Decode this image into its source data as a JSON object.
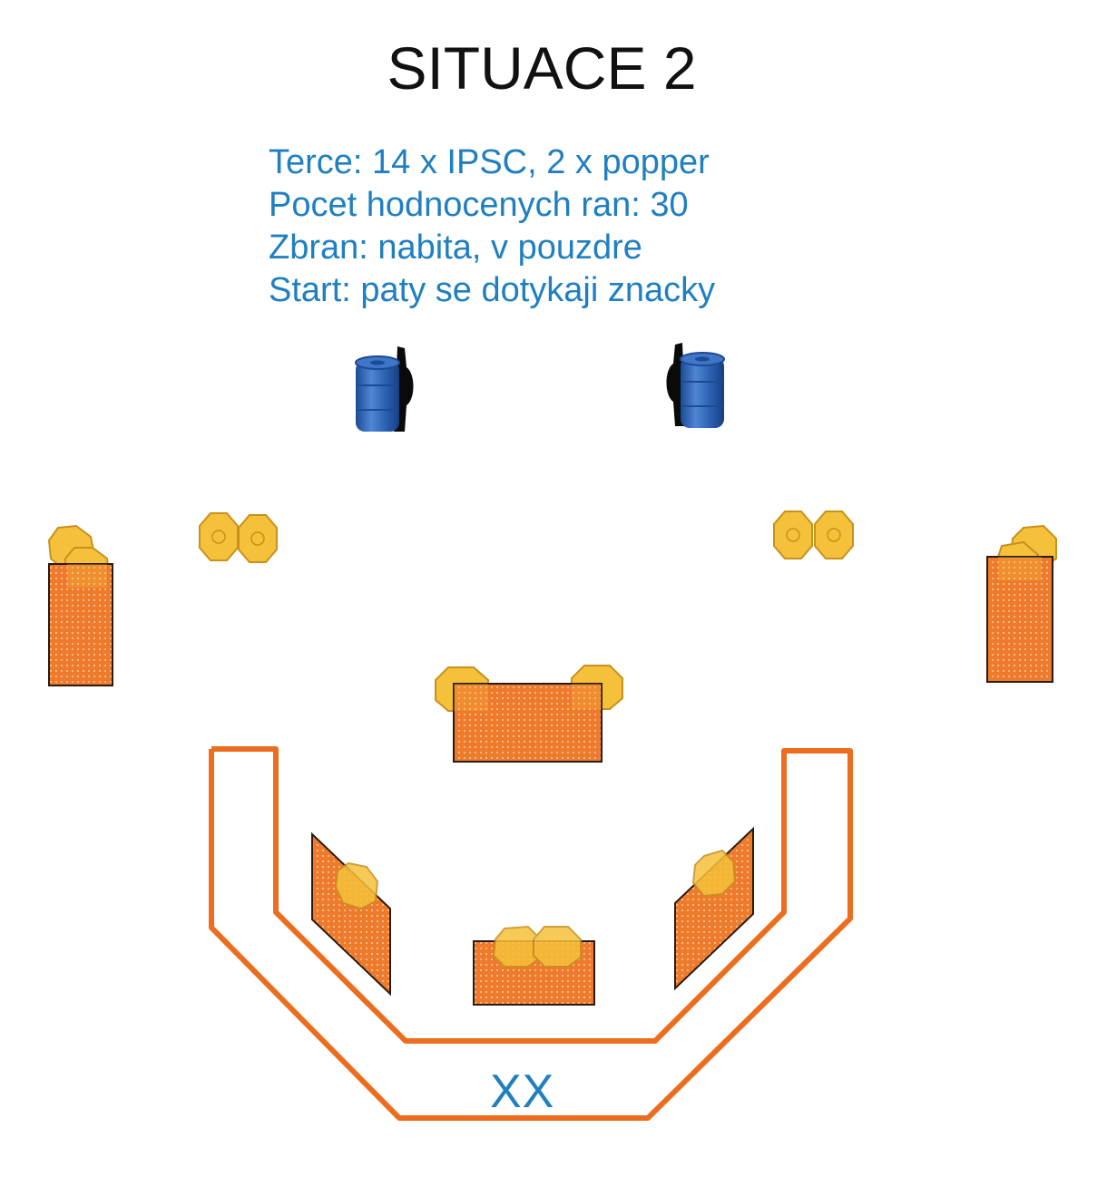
{
  "title": "SITUACE 2",
  "info_lines": [
    "Terce: 14 x IPSC, 2 x popper",
    "Pocet hodnocenych ran: 30",
    "Zbran: nabita, v pouzdre",
    "Start: paty se dotykaji znacky"
  ],
  "start_mark": "XX",
  "colors": {
    "title": "#111111",
    "info_text": "#1f7fc0",
    "fault_line": "#ec6d1e",
    "wall_fill": "#ee7a2c",
    "target_fill": "#f6c13a",
    "target_stroke": "#c8901c",
    "barrel": "#2a5fb0",
    "popper": "#0a0a0a"
  },
  "legend_icons": [
    "ipsc-target-icon",
    "popper-icon",
    "barrel-icon",
    "wall-icon",
    "fault-line"
  ]
}
